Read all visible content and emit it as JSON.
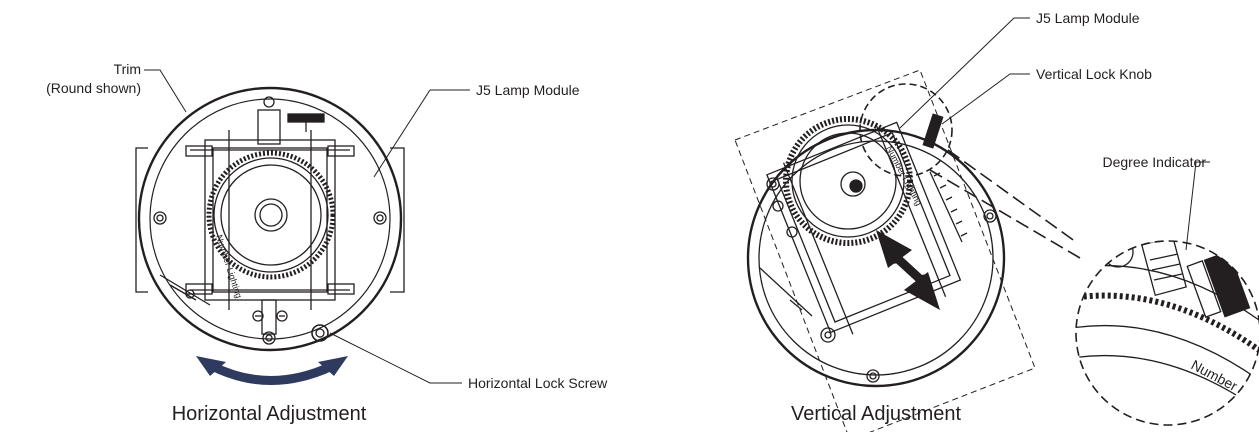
{
  "left_figure": {
    "caption": "Horizontal Adjustment",
    "labels": {
      "trim": "Trim",
      "trim_note": "(Round shown)",
      "lamp_module": "J5 Lamp Module",
      "lock_screw": "Horizontal Lock Screw"
    },
    "engraving": "Number Lighting",
    "arrow_color": "#2f3a5f"
  },
  "right_figure": {
    "caption": "Vertical Adjustment",
    "labels": {
      "lamp_module": "J5 Lamp Module",
      "lock_knob": "Vertical Lock Knob",
      "degree_indicator": "Degree Indicator"
    },
    "engraving": "Number Lighting",
    "detail_engraving": "Number",
    "arrow_color": "#231f20"
  }
}
